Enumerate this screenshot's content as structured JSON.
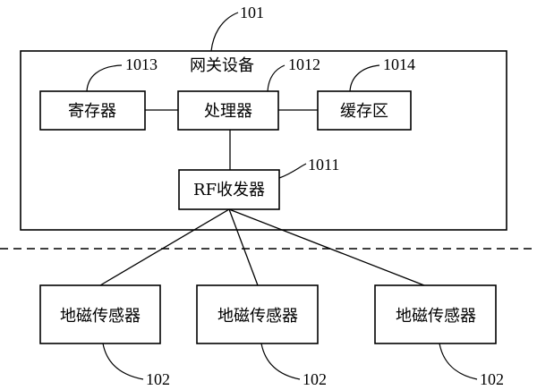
{
  "gateway": {
    "title": "网关设备",
    "ref": "101",
    "register": {
      "label": "寄存器",
      "ref": "1013"
    },
    "processor": {
      "label": "处理器",
      "ref": "1012"
    },
    "cache": {
      "label": "缓存区",
      "ref": "1014"
    },
    "rf": {
      "label": "RF收发器",
      "ref": "1011"
    }
  },
  "sensors": [
    {
      "label": "地磁传感器",
      "ref": "102"
    },
    {
      "label": "地磁传感器",
      "ref": "102"
    },
    {
      "label": "地磁传感器",
      "ref": "102"
    }
  ]
}
